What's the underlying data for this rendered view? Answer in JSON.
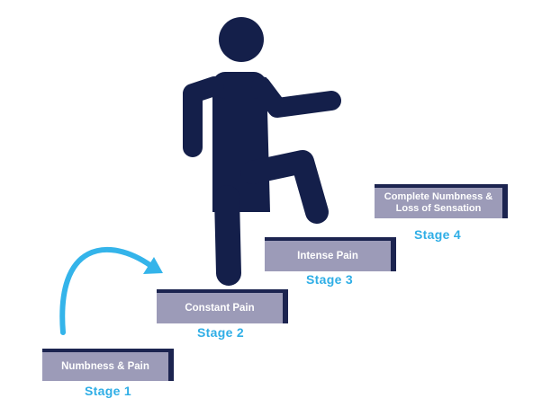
{
  "colors": {
    "figure": "#141f4a",
    "step_face": "#9c9bb8",
    "step_shadow": "#1c2450",
    "arrow": "#34b4ea",
    "stage_label": "#2faee6",
    "step_text": "#ffffff"
  },
  "stages": [
    {
      "step_text": "Numbness & Pain",
      "label": "Stage 1"
    },
    {
      "step_text": "Constant Pain",
      "label": "Stage 2"
    },
    {
      "step_text": "Intense Pain",
      "label": "Stage 3"
    },
    {
      "step_text": "Complete Numbness & Loss of Sensation",
      "label": "Stage 4"
    }
  ],
  "icons": {
    "figure": "person-climbing-stairs-icon",
    "arrow": "curved-arrow-icon"
  }
}
